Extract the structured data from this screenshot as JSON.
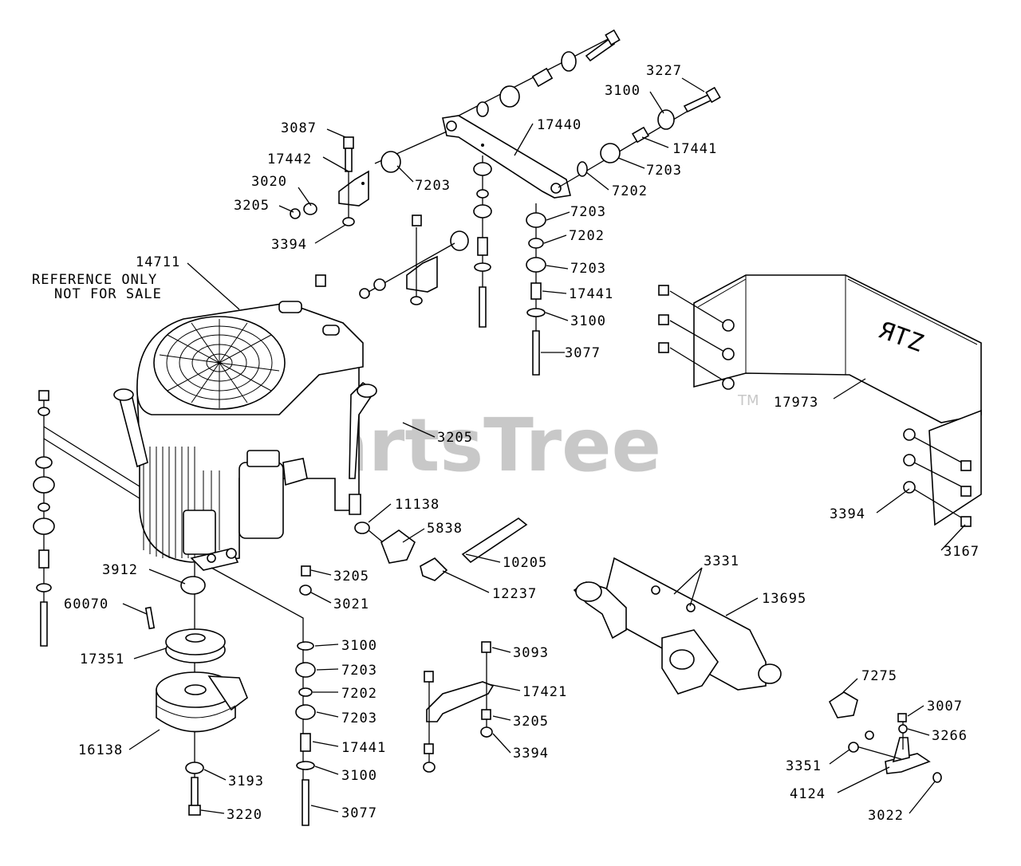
{
  "watermark": {
    "brand": "PartsTree",
    "trademark": "TM"
  },
  "engine_note": [
    "REFERENCE ONLY",
    "NOT FOR SALE"
  ],
  "labels": {
    "l14711": "14711",
    "l3087": "3087",
    "l17442": "17442",
    "l3020": "3020",
    "l3205a": "3205",
    "l3394a": "3394",
    "l7203a": "7203",
    "l17440": "17440",
    "l3227": "3227",
    "l3100a": "3100",
    "l17441a": "17441",
    "l7203b": "7203",
    "l7202a": "7202",
    "l7203c": "7203",
    "l7202b": "7202",
    "l7203d": "7203",
    "l17441b": "17441",
    "l3100b": "3100",
    "l3077a": "3077",
    "l17973": "17973",
    "l3205b": "3205",
    "l11138": "11138",
    "l5838": "5838",
    "l10205": "10205",
    "l12237": "12237",
    "l3394b": "3394",
    "l3167": "3167",
    "l3912": "3912",
    "l60070": "60070",
    "l3205c": "3205",
    "l3021": "3021",
    "l3331": "3331",
    "l13695": "13695",
    "l17351": "17351",
    "l3100c": "3100",
    "l7203e": "7203",
    "l7202c": "7202",
    "l7203f": "7203",
    "l17441c": "17441",
    "l3100d": "3100",
    "l3077b": "3077",
    "l3093": "3093",
    "l17421": "17421",
    "l3205d": "3205",
    "l3394c": "3394",
    "l7275": "7275",
    "l3007": "3007",
    "l3266": "3266",
    "l3351": "3351",
    "l4124": "4124",
    "l3022": "3022",
    "l16138": "16138",
    "l3193": "3193",
    "l3220": "3220"
  },
  "colors": {
    "line": "#000000",
    "watermark": "#c8c8c8",
    "background": "#ffffff"
  }
}
